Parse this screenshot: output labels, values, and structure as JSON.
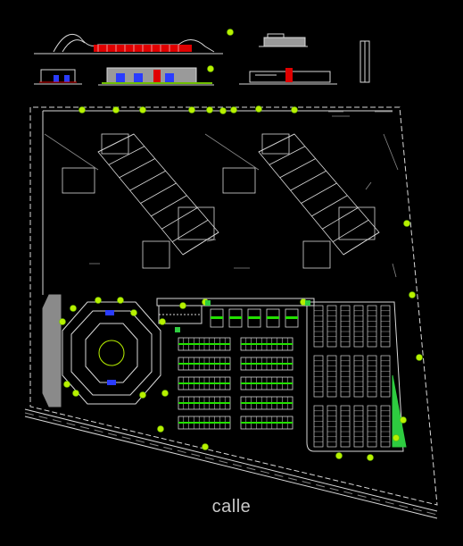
{
  "drawing": {
    "street_label": "calle",
    "colors": {
      "background": "#000000",
      "linework": "#d8d8d8",
      "dim_line": "#8a8a8a",
      "tree": "#b8f000",
      "tree_dark": "#6fbf00",
      "green_area": "#2ecc40",
      "parking_green": "#22e000",
      "red_accent": "#e00000",
      "blue_accent": "#2a3cff",
      "facade_fill": "#9a9a9a"
    },
    "icons": {
      "tree": "tree-symbol",
      "vehicle": "car-symbol"
    }
  }
}
